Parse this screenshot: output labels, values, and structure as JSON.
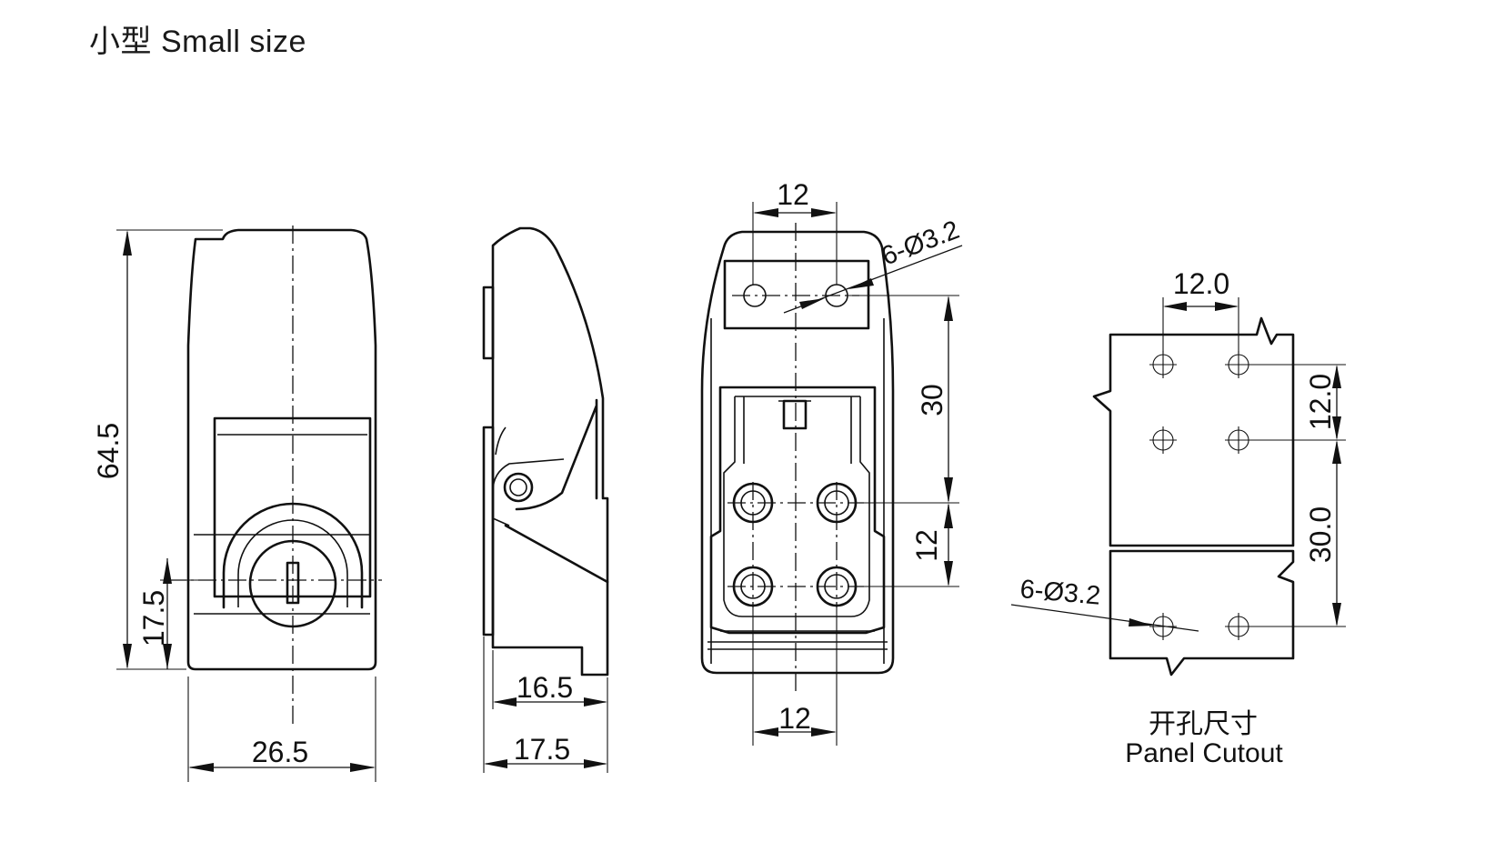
{
  "title": "小型 Small size",
  "front_view": {
    "height_label": "64.5",
    "lower_height_label": "17.5",
    "width_label": "26.5"
  },
  "side_view": {
    "width_inner_label": "16.5",
    "width_outer_label": "17.5"
  },
  "rear_view": {
    "top_spacing_label": "12",
    "hole_callout_label": "6-Ø3.2",
    "vertical_30_label": "30",
    "vertical_12_label": "12",
    "bottom_spacing_label": "12"
  },
  "panel_cutout": {
    "horizontal_label": "12.0",
    "vertical_12_label": "12.0",
    "vertical_30_label": "30.0",
    "hole_callout_label": "6-Ø3.2",
    "caption_cn": "开孔尺寸",
    "caption_en": "Panel Cutout"
  }
}
